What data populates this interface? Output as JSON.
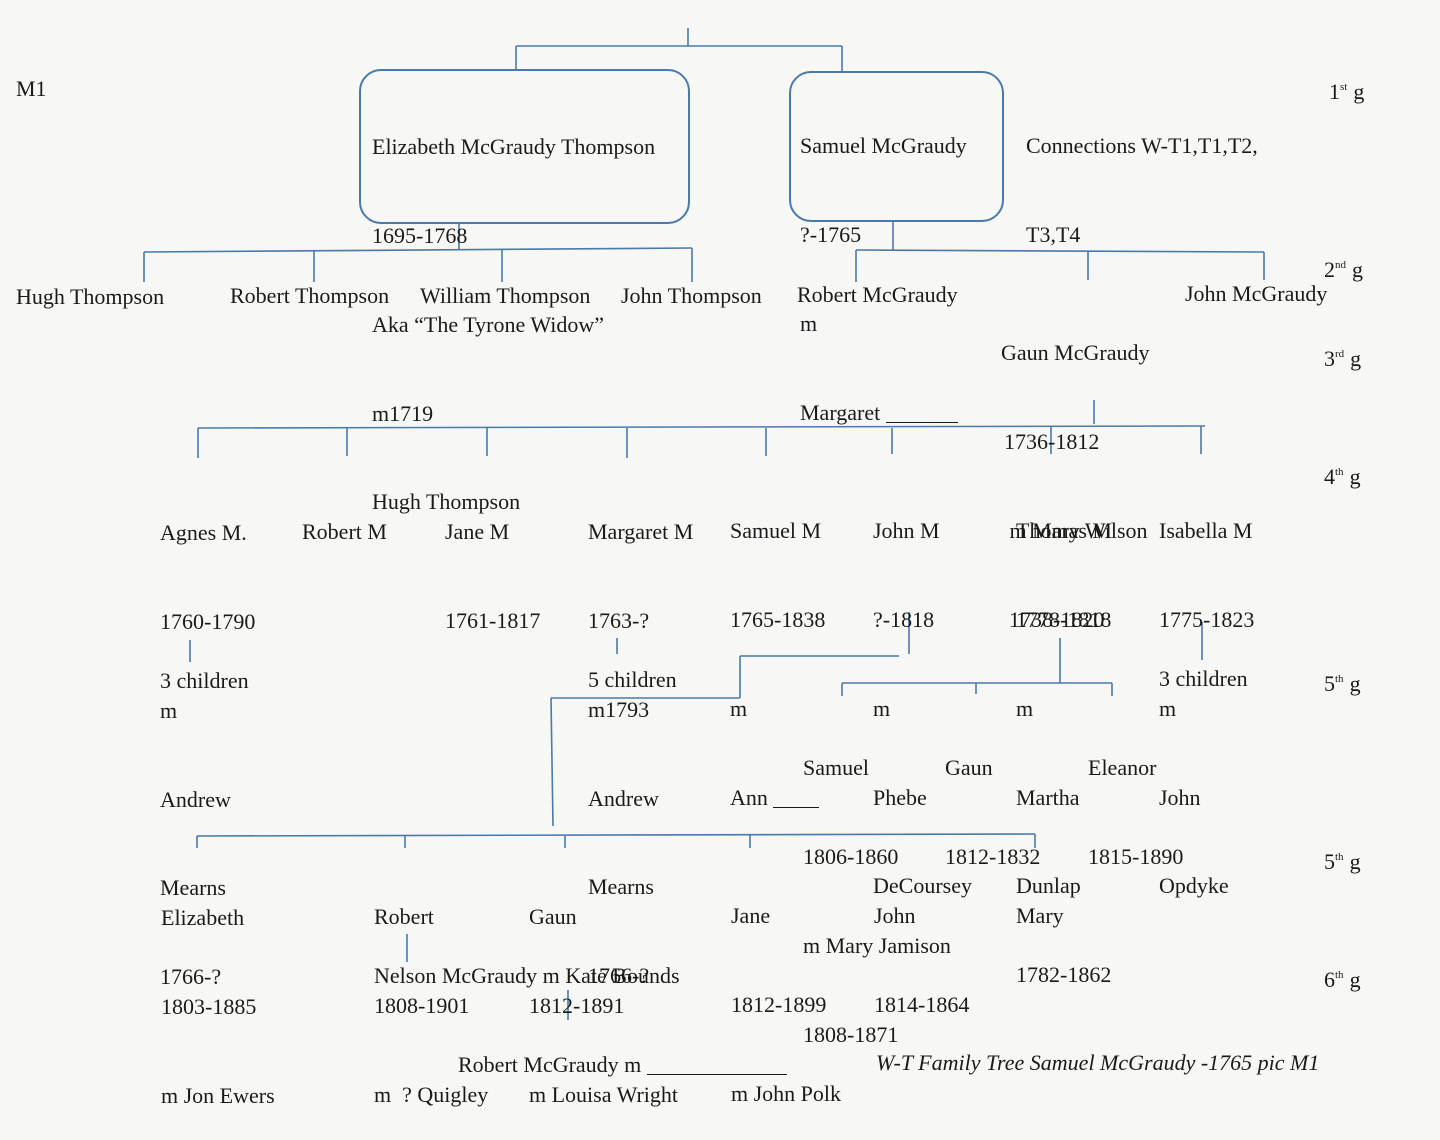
{
  "page_label": "M1",
  "connections": [
    "Connections W-T1,T1,T2,",
    "T3,T4"
  ],
  "generations": [
    {
      "num": "1",
      "suffix": "st",
      "label": "g"
    },
    {
      "num": "2",
      "suffix": "nd",
      "label": "g"
    },
    {
      "num": "3",
      "suffix": "rd",
      "label": "g"
    },
    {
      "num": "4",
      "suffix": "th",
      "label": "g"
    },
    {
      "num": "5",
      "suffix": "th",
      "label": "g"
    },
    {
      "num": "5",
      "suffix": "th",
      "label": "g"
    },
    {
      "num": "6",
      "suffix": "th",
      "label": "g"
    }
  ],
  "gen1": {
    "elizabeth": [
      "Elizabeth McGraudy Thompson",
      "1695-1768",
      "Aka “The Tyrone Widow”",
      "m1719",
      "Hugh Thompson"
    ],
    "samuel": [
      "Samuel McGraudy",
      "?-1765",
      "m",
      "Margaret"
    ]
  },
  "gen2": {
    "thompson_children": [
      "Hugh Thompson",
      "Robert Thompson",
      "William Thompson",
      "John Thompson"
    ],
    "mcgraudy_children": [
      "Robert McGraudy",
      "John McGraudy"
    ],
    "gaun": [
      "Gaun McGraudy",
      "1736-1812",
      " m Mary Wilson",
      "1738-1820"
    ]
  },
  "gen4": {
    "agnes": [
      "Agnes M.",
      "1760-1790",
      "m",
      "Andrew",
      "Mearns",
      "1766-?"
    ],
    "robert": [
      "Robert M"
    ],
    "jane": [
      "Jane M",
      "1761-1817"
    ],
    "margaret": [
      "Margaret M",
      "1763-?",
      "m1793",
      "Andrew",
      "Mearns",
      "1766-?"
    ],
    "samuel": [
      "Samuel M",
      "1765-1838",
      "m",
      "Ann"
    ],
    "john": [
      "John M",
      "?-1818",
      "m",
      "Phebe",
      "DeCoursey"
    ],
    "thomas": [
      "Thomas M",
      "1778-1818",
      "m",
      "Martha",
      "Dunlap",
      "1782-1862"
    ],
    "isabella": [
      "Isabella M",
      "1775-1823",
      "m",
      "John",
      "Opdyke"
    ]
  },
  "gen5_counts": {
    "agnes": "3 children",
    "margaret": "5 children",
    "isabella": "3 children"
  },
  "gen5_thomas": {
    "samuel": [
      "Samuel",
      "1806-1860",
      "m Mary Jamison",
      "1808-1871"
    ],
    "gaun": [
      "Gaun",
      "1812-1832"
    ],
    "eleanor": [
      "Eleanor",
      "1815-1890"
    ]
  },
  "gen5_john": {
    "elizabeth": [
      "Elizabeth",
      "1803-1885",
      "m Jon Ewers"
    ],
    "robert": [
      "Robert",
      "1808-1901",
      "m  ? Quigley"
    ],
    "gaun": [
      "Gaun",
      "1812-1891",
      "m Louisa Wright"
    ],
    "jane": [
      "Jane",
      "1812-1899",
      "m John Polk"
    ],
    "john": [
      "John",
      "1814-1864"
    ],
    "mary": [
      "Mary"
    ]
  },
  "gen6": {
    "nelson": "Nelson McGraudy m Kate Bounds",
    "robert": "Robert McGraudy m"
  },
  "caption": "W-T Family Tree Samuel McGraudy -1765  pic M1"
}
